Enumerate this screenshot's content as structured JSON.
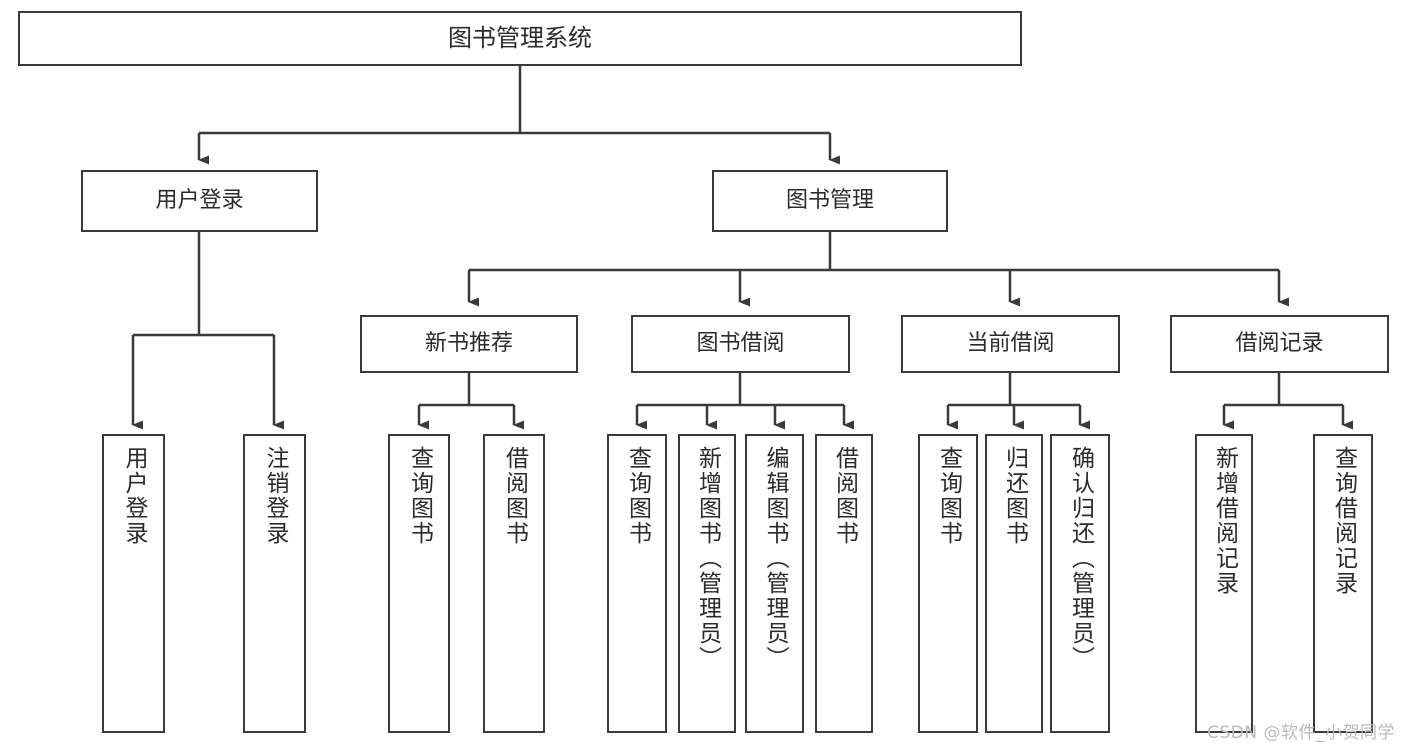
{
  "meta": {
    "title": "图书管理系统 功能结构图",
    "watermark": "CSDN @软件_小贺同学",
    "colors": {
      "background": "#ffffff",
      "box_border": "#3a3a3a",
      "line": "#3a3a3a",
      "text": "#2b2b2b",
      "watermark": "#b9b9b9"
    }
  },
  "diagram": {
    "type": "tree",
    "orientation": "top-down",
    "root": {
      "id": "root",
      "label": "图书管理系统"
    },
    "level1": [
      {
        "id": "user-login",
        "label": "用户登录"
      },
      {
        "id": "book-manage",
        "label": "图书管理"
      }
    ],
    "level2": [
      {
        "id": "new-book-recommend",
        "label": "新书推荐",
        "parent": "book-manage"
      },
      {
        "id": "book-borrow",
        "label": "图书借阅",
        "parent": "book-manage"
      },
      {
        "id": "current-borrow",
        "label": "当前借阅",
        "parent": "book-manage"
      },
      {
        "id": "borrow-record",
        "label": "借阅记录",
        "parent": "book-manage"
      }
    ],
    "leaves": [
      {
        "id": "leaf-user-login",
        "label": "用户登录",
        "parent": "user-login"
      },
      {
        "id": "leaf-user-logout",
        "label": "注销登录",
        "parent": "user-login"
      },
      {
        "id": "leaf-query-book-1",
        "label": "查询图书",
        "parent": "new-book-recommend"
      },
      {
        "id": "leaf-borrow-book-1",
        "label": "借阅图书",
        "parent": "new-book-recommend"
      },
      {
        "id": "leaf-query-book-2",
        "label": "查询图书",
        "parent": "book-borrow"
      },
      {
        "id": "leaf-add-book",
        "label": "新增图书（管理员）",
        "parent": "book-borrow"
      },
      {
        "id": "leaf-edit-book",
        "label": "编辑图书（管理员）",
        "parent": "book-borrow"
      },
      {
        "id": "leaf-borrow-book-2",
        "label": "借阅图书",
        "parent": "book-borrow"
      },
      {
        "id": "leaf-query-book-3",
        "label": "查询图书",
        "parent": "current-borrow"
      },
      {
        "id": "leaf-return-book",
        "label": "归还图书",
        "parent": "current-borrow"
      },
      {
        "id": "leaf-confirm-return",
        "label": "确认归还（管理员）",
        "parent": "current-borrow"
      },
      {
        "id": "leaf-add-record",
        "label": "新增借阅记录",
        "parent": "borrow-record"
      },
      {
        "id": "leaf-query-record",
        "label": "查询借阅记录",
        "parent": "borrow-record"
      }
    ]
  }
}
